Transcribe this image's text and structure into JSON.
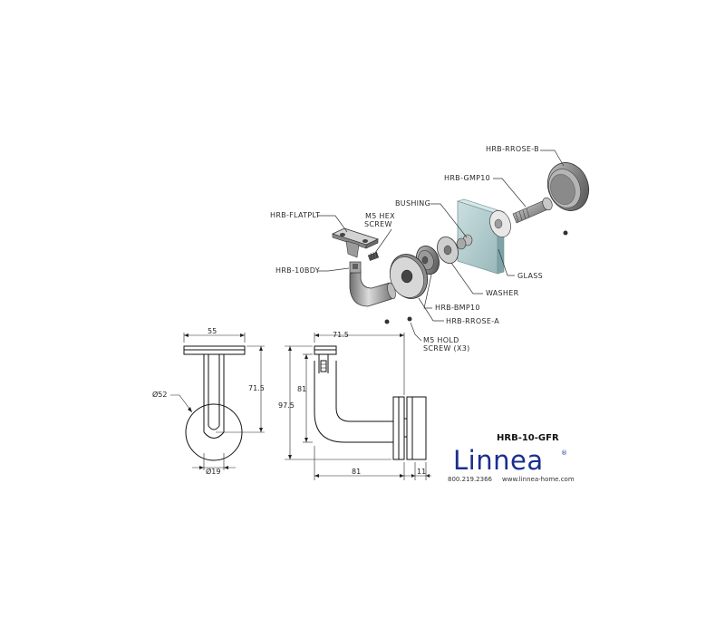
{
  "callouts": {
    "rrose_b": "HRB-RROSE-B",
    "gmp10": "HRB-GMP10",
    "bushing": "BUSHING",
    "flatplt": "HRB-FLATPLT",
    "m5hex_line1": "M5 HEX",
    "m5hex_line2": "SCREW",
    "body": "HRB-10BDY",
    "glass": "GLASS",
    "washer": "WASHER",
    "bmp10": "HRB-BMP10",
    "rrose_a": "HRB-RROSE-A",
    "m5hold_line1": "M5 HOLD",
    "m5hold_line2": "SCREW (X3)"
  },
  "dimensions": {
    "plate_width": "55",
    "rose_diameter": "Ø52",
    "post_height": "71.5",
    "tube_diameter": "Ø19",
    "projection_top": "71.5",
    "height_inner": "81",
    "height_total": "97.5",
    "projection_bottom": "81",
    "rose_thickness": "11"
  },
  "titleblock": {
    "model": "HRB-10-GFR",
    "brand": "Linnea",
    "registered": "®",
    "phone": "800.219.2366",
    "website": "www.linnea-home.com"
  },
  "colors": {
    "brand": "#1a2f8f",
    "glass": "#a9c6c9",
    "steel": "#8f8f8f"
  }
}
